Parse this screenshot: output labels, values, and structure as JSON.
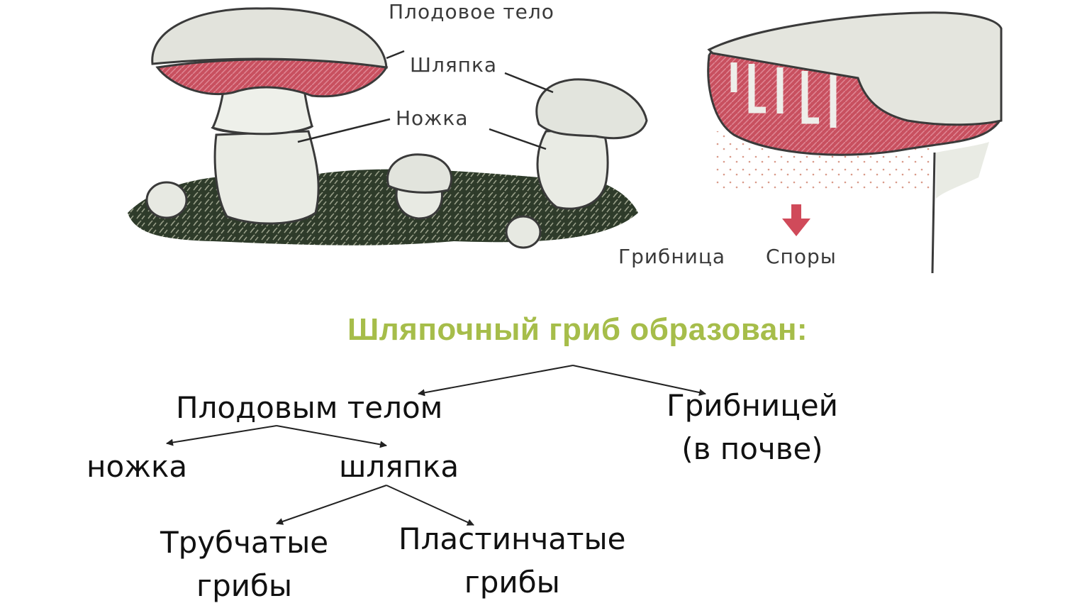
{
  "illustration": {
    "labels": {
      "fruit_body": "Плодовое тело",
      "cap": "Шляпка",
      "stem": "Ножка",
      "mycelium": "Грибница",
      "spores": "Споры"
    }
  },
  "title": "Шляпочный гриб образован:",
  "tree": {
    "fruit_body": "Плодовым телом",
    "mycelium_line1": "Грибницей",
    "mycelium_line2": "(в почве)",
    "stem": "ножка",
    "cap": "шляпка",
    "tubular_line1": "Трубчатые",
    "tubular_line2": "грибы",
    "lamellar_line1": "Пластинчатые",
    "lamellar_line2": "грибы"
  },
  "colors": {
    "title": "#a6bd4a",
    "gills": "#c8505f",
    "spore_arrow": "#d04a5a"
  }
}
